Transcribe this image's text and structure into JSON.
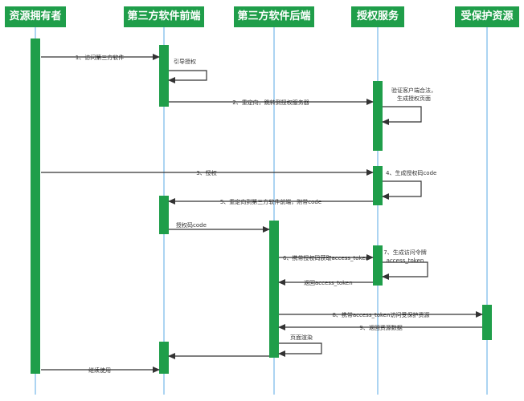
{
  "colors": {
    "header_bg": "#1f9e4a",
    "header_text": "#ffffff",
    "activation": "#1f9e4a",
    "lifeline": "#5aa9e6",
    "arrow": "#333333",
    "label": "#333333"
  },
  "participants": [
    {
      "id": "owner",
      "label": "资源拥有者"
    },
    {
      "id": "frontend",
      "label": "第三方软件前端"
    },
    {
      "id": "backend",
      "label": "第三方软件后端"
    },
    {
      "id": "auth",
      "label": "授权服务"
    },
    {
      "id": "resource",
      "label": "受保护资源"
    }
  ],
  "messages": [
    {
      "id": "m1",
      "from": "owner",
      "to": "frontend",
      "text": "1、访问第三方软件"
    },
    {
      "id": "m2",
      "from": "frontend",
      "to": "frontend",
      "text": "引导授权"
    },
    {
      "id": "m3",
      "from": "frontend",
      "to": "auth",
      "text": "2、重定向，跳转到授权服务器"
    },
    {
      "id": "m4",
      "from": "auth",
      "to": "auth",
      "text": "验证客户端合法，\n生成授权页面"
    },
    {
      "id": "m5",
      "from": "owner",
      "to": "auth",
      "text": "3、授权"
    },
    {
      "id": "m6",
      "from": "auth",
      "to": "auth",
      "text": "4、生成授权码code"
    },
    {
      "id": "m7",
      "from": "auth",
      "to": "frontend",
      "text": "5、重定向到第三方软件前端，附带code"
    },
    {
      "id": "m8",
      "from": "frontend",
      "to": "backend",
      "text": "授权码code"
    },
    {
      "id": "m9",
      "from": "backend",
      "to": "auth",
      "text": "6、携带授权码获取access_token"
    },
    {
      "id": "m10",
      "from": "auth",
      "to": "auth",
      "text": "7、生成访问令牌\naccess_token"
    },
    {
      "id": "m11",
      "from": "auth",
      "to": "backend",
      "text": "返回access_token"
    },
    {
      "id": "m12",
      "from": "backend",
      "to": "resource",
      "text": "8、携带access_token访问受保护资源"
    },
    {
      "id": "m13",
      "from": "resource",
      "to": "backend",
      "text": "9、返回资源数据"
    },
    {
      "id": "m14",
      "from": "backend",
      "to": "backend",
      "text": "页面渲染"
    },
    {
      "id": "m15",
      "from": "backend",
      "to": "frontend",
      "text": ""
    },
    {
      "id": "m16",
      "from": "owner",
      "to": "frontend",
      "text": "继续使用"
    }
  ]
}
